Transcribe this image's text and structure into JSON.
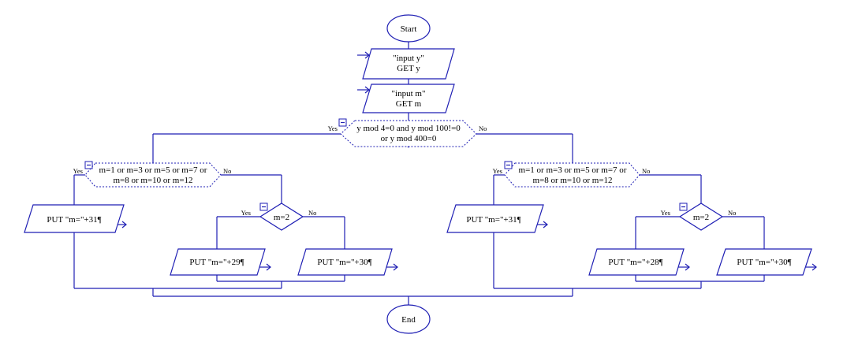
{
  "flowchart": {
    "start": "Start",
    "end": "End",
    "input_y": {
      "line1": "\"input y\"",
      "line2": "GET y"
    },
    "input_m": {
      "line1": "\"input m\"",
      "line2": "GET m"
    },
    "leap_condition": {
      "line1": "y mod 4=0 and y mod 100!=0",
      "line2": "or y mod 400=0"
    },
    "yes": "Yes",
    "no": "No",
    "month31_condition": {
      "line1": "m=1 or m=3 or m=5 or m=7 or",
      "line2": "m=8 or m=10 or m=12"
    },
    "feb_condition": "m=2",
    "put31": "PUT \"m=\"+31¶",
    "put29": "PUT \"m=\"+29¶",
    "put30": "PUT \"m=\"+30¶",
    "put28": "PUT \"m=\"+28¶"
  },
  "colors": {
    "stroke": "#1f1fb4",
    "text": "#000000",
    "background": "#ffffff"
  }
}
